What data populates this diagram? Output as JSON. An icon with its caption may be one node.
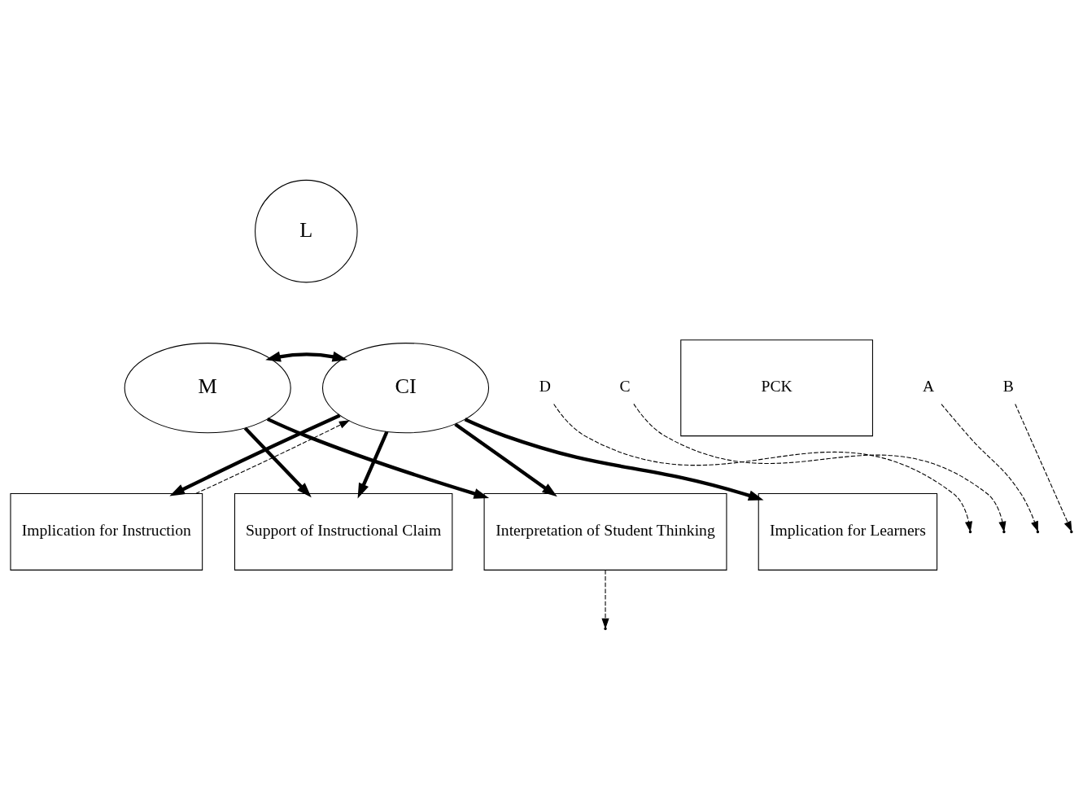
{
  "diagram": {
    "nodes": [
      {
        "text": [
          "L"
        ]
      },
      {
        "text": [
          "M"
        ]
      },
      {
        "text": [
          "CI"
        ]
      },
      {
        "text": [
          "D"
        ]
      },
      {
        "text": [
          "PCK"
        ]
      },
      {
        "text": [
          "C"
        ]
      },
      {
        "text": [
          "A"
        ]
      },
      {
        "text": [
          "B"
        ]
      },
      {
        "text": [
          "Implication for Instruction"
        ]
      },
      {
        "text": [
          "Support of Instructional Claim"
        ]
      },
      {
        "text": [
          "Interpretation of Student Thinking"
        ]
      },
      {
        "text": [
          "Implication for Learners"
        ]
      }
    ],
    "edges": [
      {
        "from": 1,
        "to": 2,
        "arrow": "both"
      },
      {
        "from": 1,
        "to": 9,
        "arrow": "to"
      },
      {
        "from": 1,
        "to": 10,
        "arrow": "to"
      },
      {
        "from": 2,
        "to": 8,
        "arrow": "to"
      },
      {
        "from": 2,
        "to": 9,
        "arrow": "to"
      },
      {
        "from": 2,
        "to": 10,
        "arrow": "to"
      },
      {
        "from": 2,
        "to": 11,
        "arrow": "to"
      },
      {
        "from": 6,
        "to": null,
        "arrow": "to",
        "style": "dashed"
      },
      {
        "from": 7,
        "to": null,
        "arrow": "to",
        "style": "dashed"
      },
      {
        "from": 5,
        "to": null,
        "arrow": "to",
        "style": "dashed"
      },
      {
        "from": 3,
        "to": null,
        "arrow": "to",
        "style": "dashed"
      },
      {
        "from": 8,
        "to": 2,
        "arrow": "to",
        "style": "dashed"
      },
      {
        "from": 10,
        "to": null,
        "arrow": "to",
        "style": "dashed"
      }
    ]
  }
}
